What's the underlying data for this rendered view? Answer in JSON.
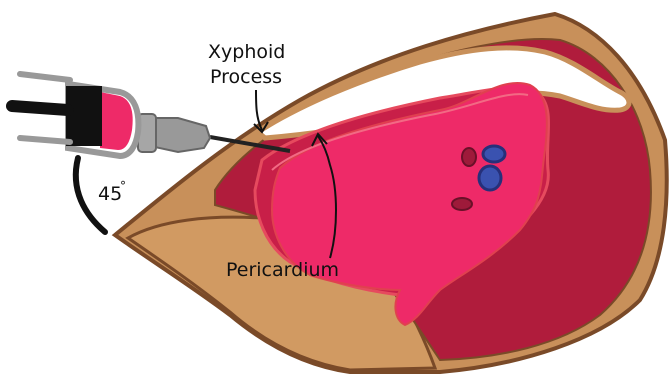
{
  "labels": {
    "xyphoid_line1": "Xyphoid",
    "xyphoid_line2": "Process",
    "pericardium": "Pericardium",
    "angle": "45",
    "angle_degree": "°"
  },
  "colors": {
    "outline": "#7a4a28",
    "chest_wall": "#c8905a",
    "muscle": "#b01c3c",
    "heart": "#ee2a68",
    "vessels_red": "#9e1a3a",
    "vessels_blue": "#3a52b0",
    "bone": "#ffffff",
    "syringe_body": "#999999",
    "syringe_black": "#111111"
  }
}
